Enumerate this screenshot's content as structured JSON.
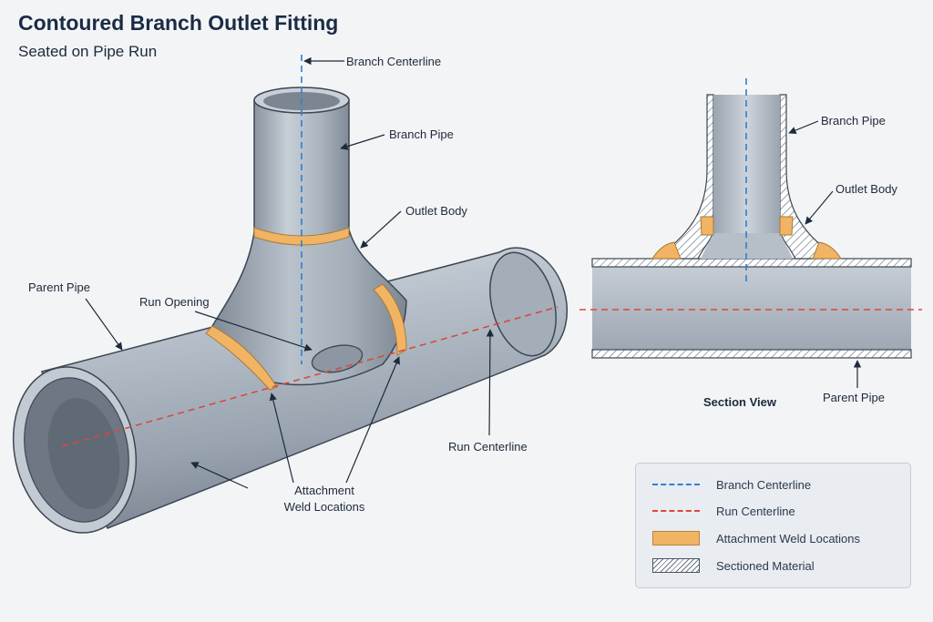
{
  "title": "Contoured Branch Outlet Fitting",
  "subtitle": "Seated on Pipe Run",
  "labels": {
    "branch_centerline": "Branch Centerline",
    "branch_pipe": "Branch Pipe",
    "outlet_body": "Outlet Body",
    "parent_pipe": "Parent Pipe",
    "run_opening": "Run Opening",
    "run_centerline": "Run Centerline",
    "attachment_weld_line1": "Attachment",
    "attachment_weld_line2": "Weld Locations"
  },
  "section": {
    "title": "Section View",
    "branch_pipe": "Branch Pipe",
    "outlet_body": "Outlet Body",
    "parent_pipe": "Parent Pipe"
  },
  "legend": {
    "items": [
      {
        "label": "Branch Centerline",
        "symbol": "dash-blue"
      },
      {
        "label": "Run Centerline",
        "symbol": "dash-red"
      },
      {
        "label": "Attachment Weld Locations",
        "symbol": "swatch-weld"
      },
      {
        "label": "Sectioned Material",
        "symbol": "swatch-hatch"
      }
    ]
  },
  "colors": {
    "steel": "#a9b3be",
    "steel_dark": "#7f8a96",
    "weld": "#f0b464",
    "branch_centerline": "#2f7fd1",
    "run_centerline": "#d9483b"
  }
}
